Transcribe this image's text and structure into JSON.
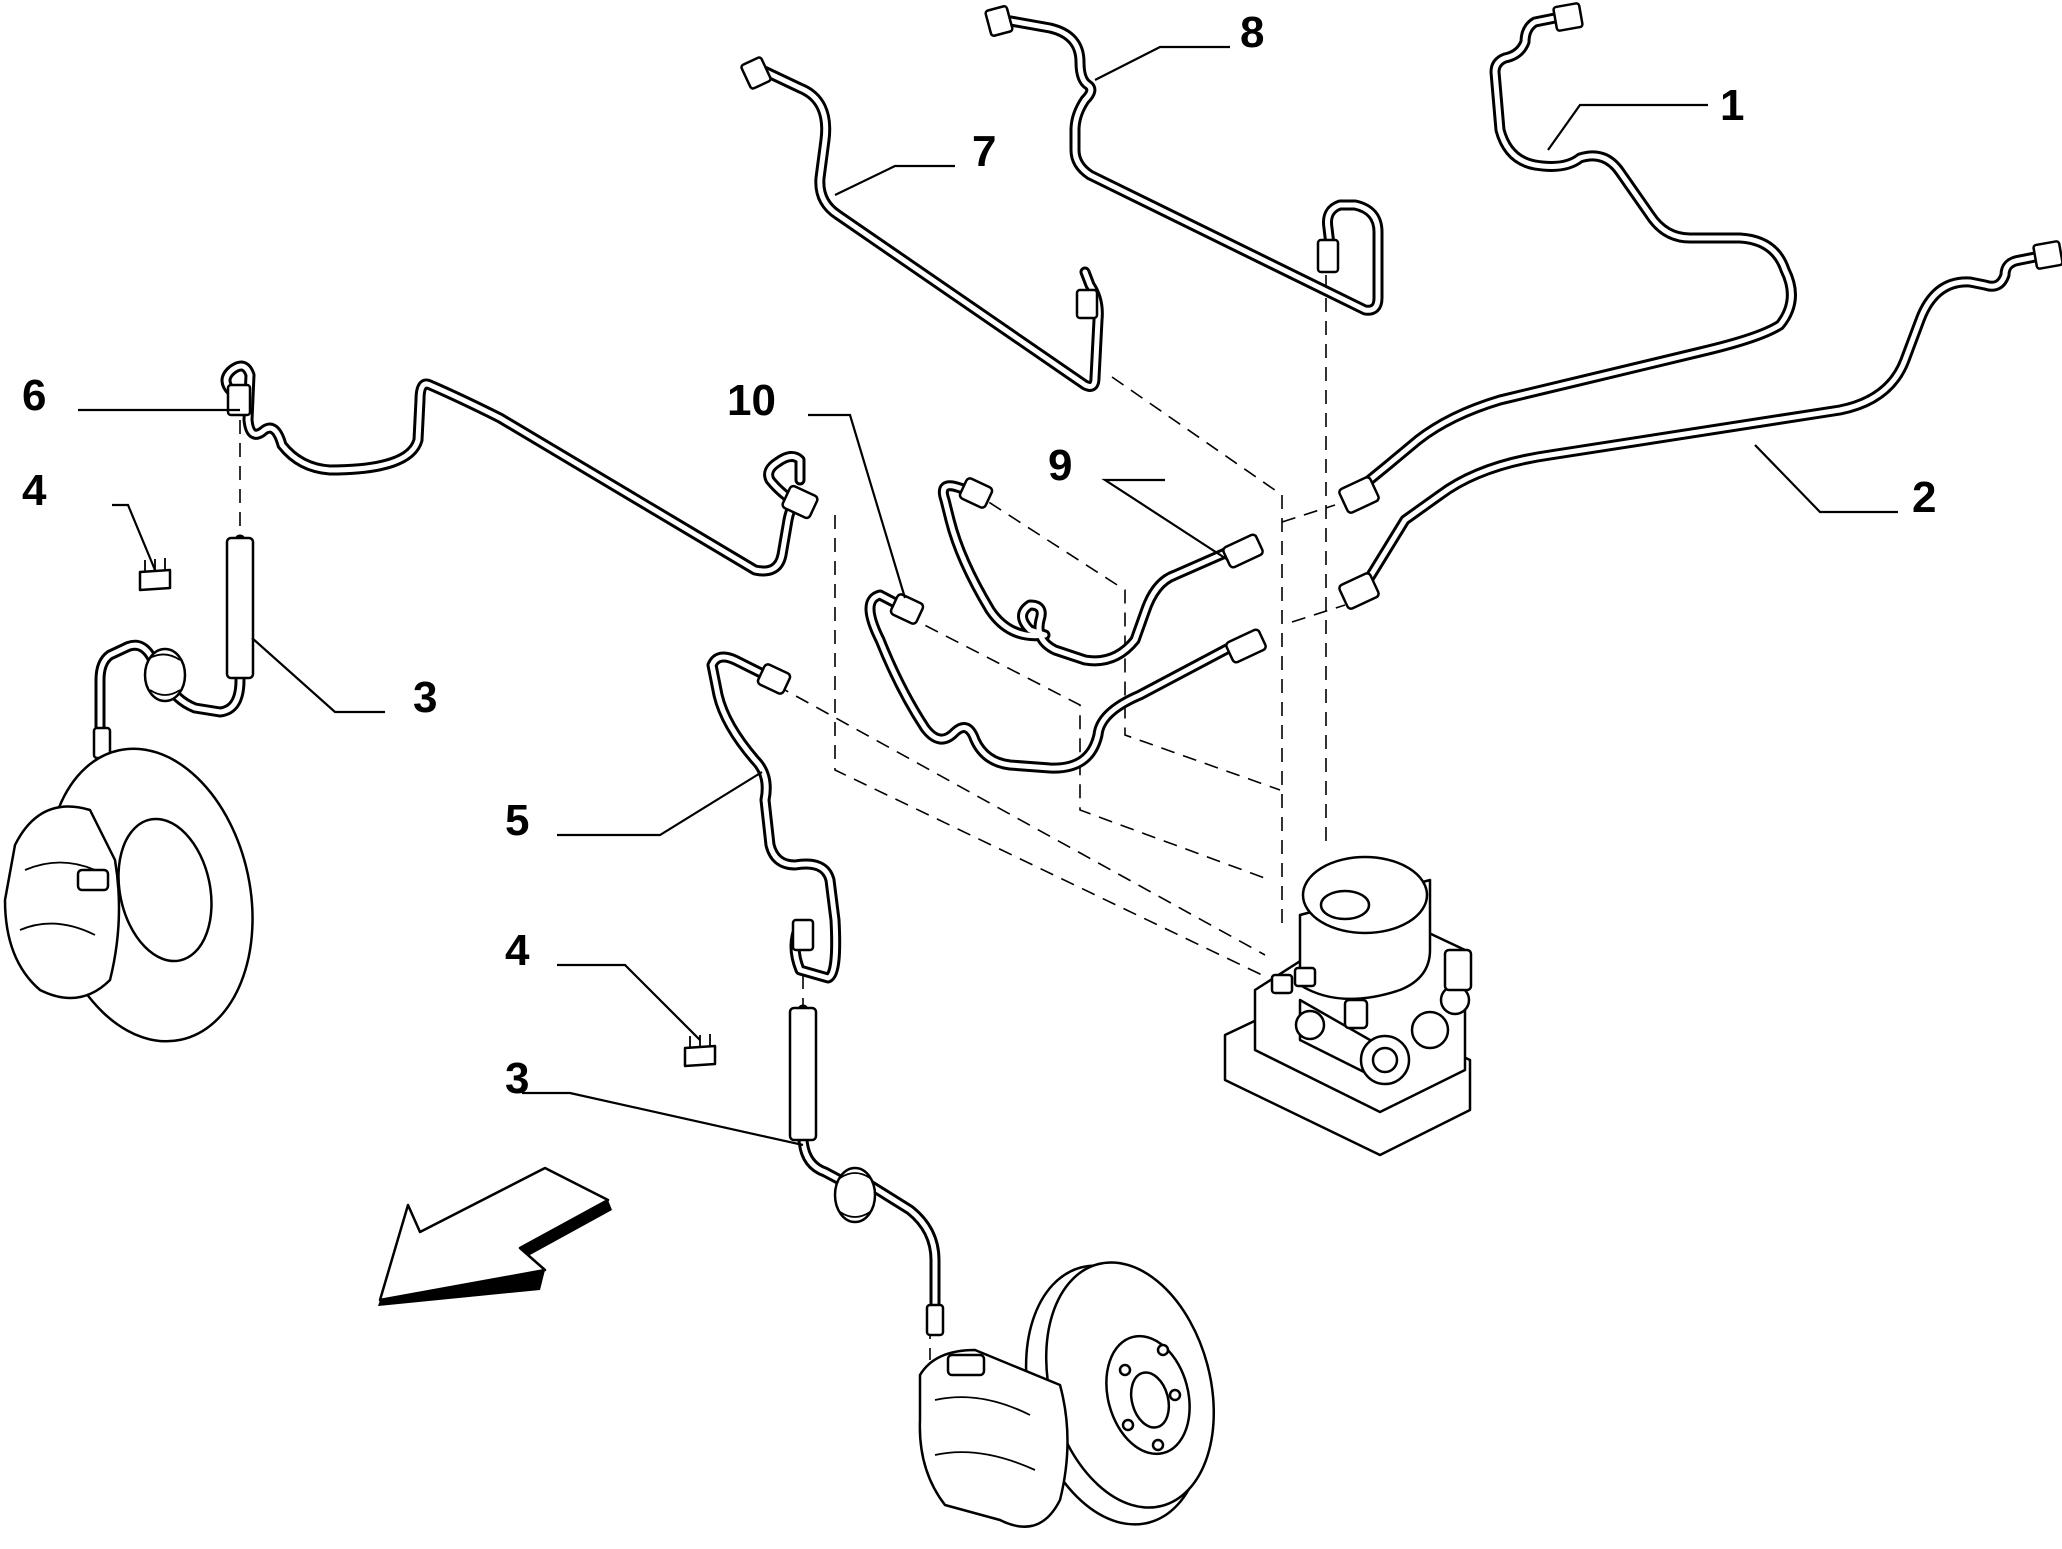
{
  "callouts": [
    {
      "id": "1",
      "text": "1"
    },
    {
      "id": "2",
      "text": "2"
    },
    {
      "id": "3a",
      "text": "3"
    },
    {
      "id": "3b",
      "text": "3"
    },
    {
      "id": "4a",
      "text": "4"
    },
    {
      "id": "4b",
      "text": "4"
    },
    {
      "id": "5",
      "text": "5"
    },
    {
      "id": "6",
      "text": "6"
    },
    {
      "id": "7",
      "text": "7"
    },
    {
      "id": "8",
      "text": "8"
    },
    {
      "id": "9",
      "text": "9"
    },
    {
      "id": "10",
      "text": "10"
    }
  ],
  "colors": {
    "line": "#000000",
    "background": "#ffffff"
  },
  "icons": {
    "direction": "front-direction-arrow-icon"
  }
}
